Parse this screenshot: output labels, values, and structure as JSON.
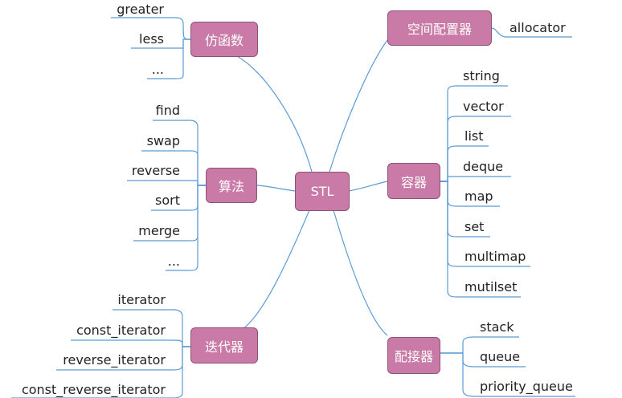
{
  "colors": {
    "node_fill": "#c97aa6",
    "node_border": "#8c5278",
    "line": "#5b9bd5"
  },
  "center": {
    "label": "STL"
  },
  "branches": {
    "functors": {
      "label": "仿函数",
      "items": [
        "greater",
        "less",
        "..."
      ]
    },
    "allocator": {
      "label": "空间配置器",
      "items": [
        "allocator"
      ]
    },
    "algorithms": {
      "label": "算法",
      "items": [
        "find",
        "swap",
        "reverse",
        "sort",
        "merge",
        "..."
      ]
    },
    "containers": {
      "label": "容器",
      "items": [
        "string",
        "vector",
        "list",
        "deque",
        "map",
        "set",
        "multimap",
        "mutilset"
      ]
    },
    "iterators": {
      "label": "迭代器",
      "items": [
        "iterator",
        "const_iterator",
        "reverse_iterator",
        "const_reverse_iterator"
      ]
    },
    "adapters": {
      "label": "配接器",
      "items": [
        "stack",
        "queue",
        "priority_queue"
      ]
    }
  }
}
